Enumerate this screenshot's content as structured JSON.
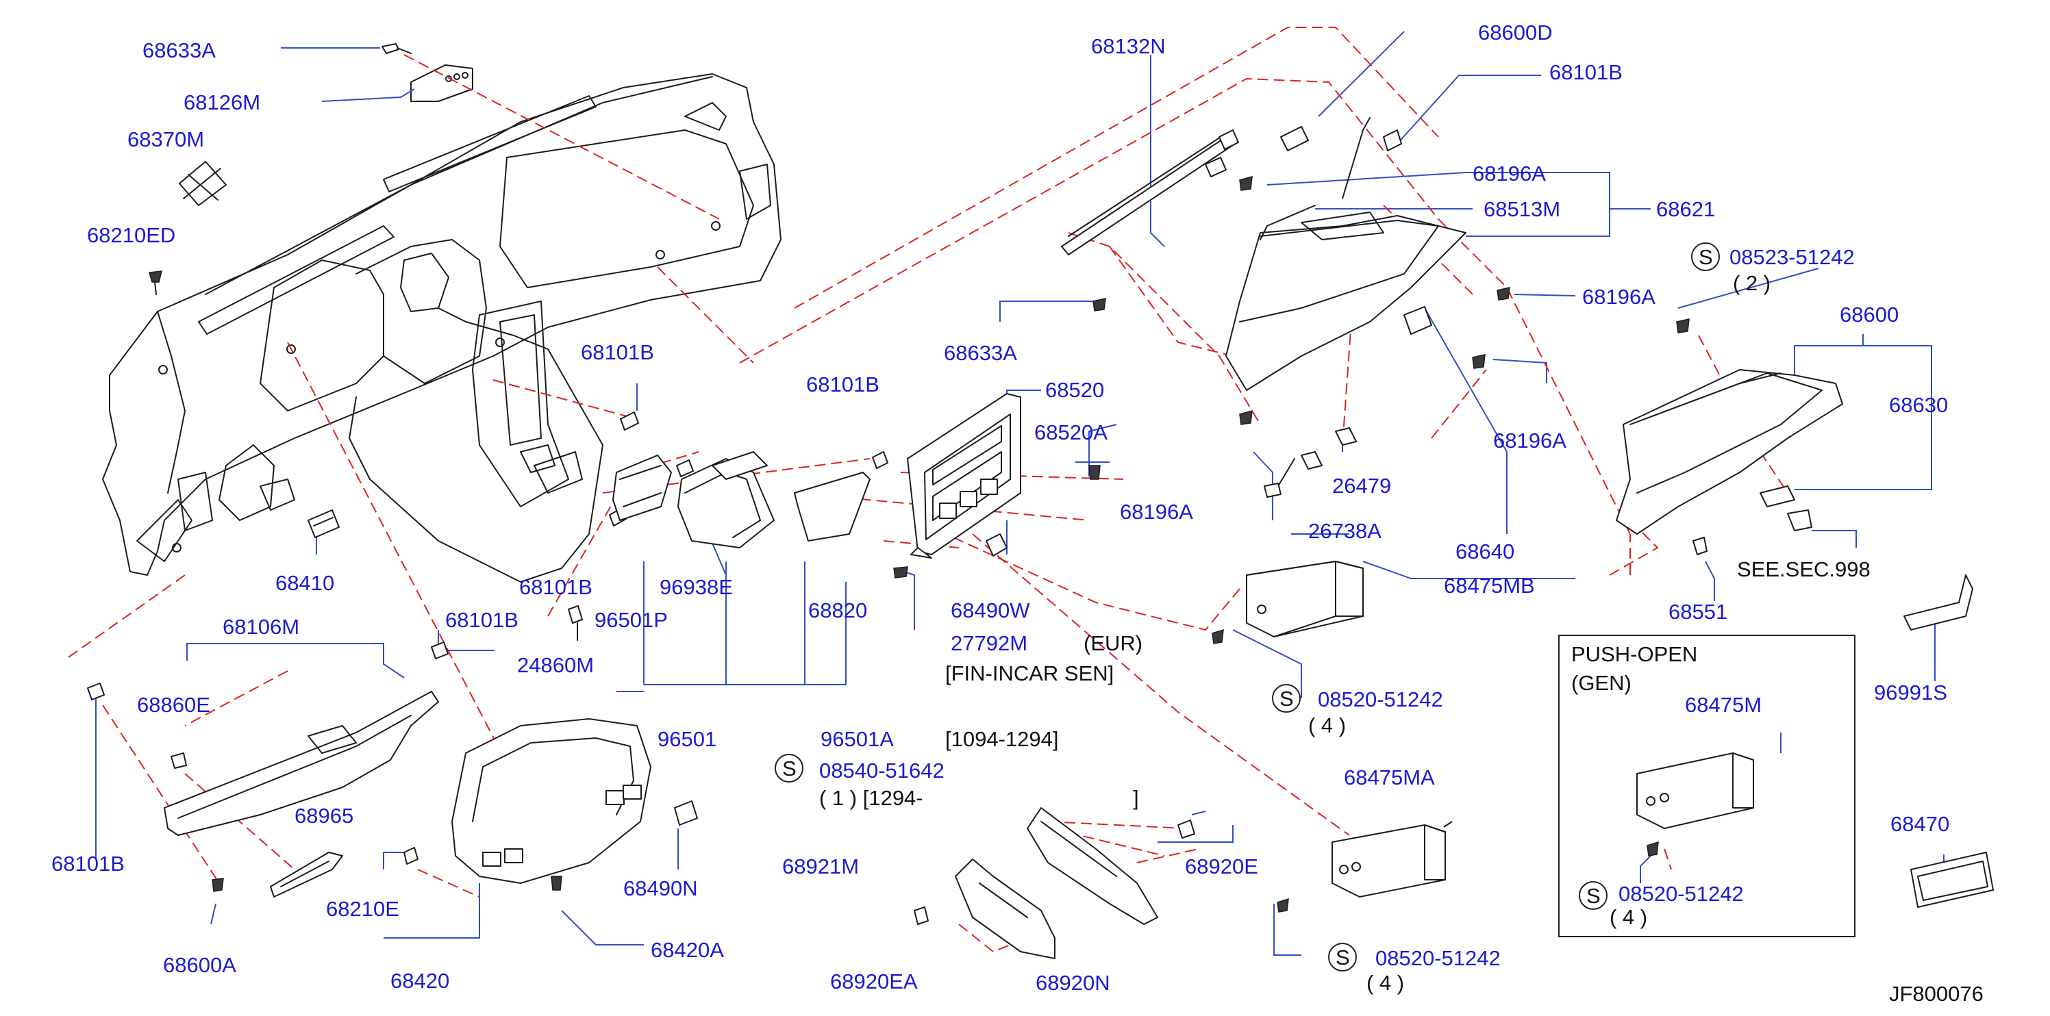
{
  "diagram_id": "JF800076",
  "labels": {
    "p68633A_top": "68633A",
    "p68126M": "68126M",
    "p68370M": "68370M",
    "p68210ED": "68210ED",
    "p68101B_a": "68101B",
    "p68101B_b": "68101B",
    "p68101B_c": "68101B",
    "p68101B_d": "68101B",
    "p68101B_e": "68101B",
    "p68410": "68410",
    "p68106M": "68106M",
    "p68860E": "68860E",
    "p68965": "68965",
    "p68600A": "68600A",
    "p68210E": "68210E",
    "p68420": "68420",
    "p68420A": "68420A",
    "p68490N": "68490N",
    "p24860M": "24860M",
    "p96501P": "96501P",
    "p96938E": "96938E",
    "p68820": "68820",
    "p96501": "96501",
    "p96501A": "96501A",
    "p08540_51642": "08540-51642",
    "p68132N": "68132N",
    "p68633A_mid": "68633A",
    "p68520": "68520",
    "p68520A": "68520A",
    "p68490W": "68490W",
    "p27792M": "27792M",
    "p68600D": "68600D",
    "p68101B_top": "68101B",
    "p68196A_1": "68196A",
    "p68513M": "68513M",
    "p68621": "68621",
    "p68196A_2": "68196A",
    "p68196A_3": "68196A",
    "p68196A_4": "68196A",
    "p26479": "26479",
    "p26738A": "26738A",
    "p68640": "68640",
    "p68475MB": "68475MB",
    "p08520_51242_a": "08520-51242",
    "p68475MA": "68475MA",
    "p08520_51242_b": "08520-51242",
    "p68920E": "68920E",
    "p68921M": "68921M",
    "p68920EA": "68920EA",
    "p68920N": "68920N",
    "p08523_51242": "08523-51242",
    "p68600": "68600",
    "p68630": "68630",
    "p68551": "68551",
    "p96991S": "96991S",
    "p68475M": "68475M",
    "p08520_51242_c": "08520-51242",
    "p68470": "68470"
  },
  "notes": {
    "eur": "(EUR)",
    "fin_incar": "[FIN-INCAR   SEN]",
    "date_range_1": "[1094-1294]",
    "qty_1_range": "( 1 ) [1294-",
    "range_close": "]",
    "qty_2": "( 2 )",
    "qty_4_a": "( 4 )",
    "qty_4_b": "( 4 )",
    "qty_4_c": "( 4 )",
    "see_sec": "SEE.SEC.998",
    "push_open": "PUSH-OPEN",
    "gen": "(GEN)",
    "s_symbol": "S"
  },
  "colors": {
    "label_blue": "#1a1ad6",
    "leader_blue": "#2e4fc7",
    "dash_red": "#e02020",
    "line_black": "#1c1c1c"
  }
}
